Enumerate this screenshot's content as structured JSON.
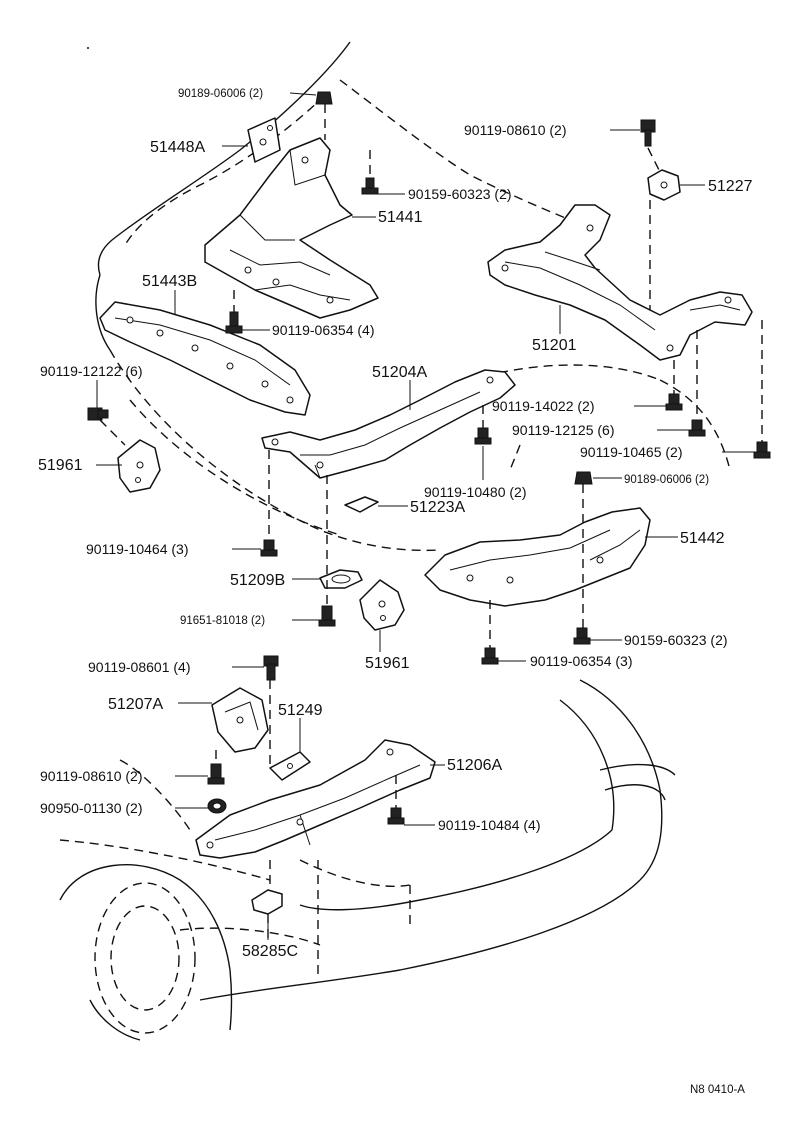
{
  "labels": {
    "p_90189_06006_a": "90189-06006 (2)",
    "p_51448a": "51448A",
    "p_90159_60323_a": "90159-60323 (2)",
    "p_51441": "51441",
    "p_51443b": "51443B",
    "p_90119_06354_a": "90119-06354 (4)",
    "p_90119_12122": "90119-12122 (6)",
    "p_51961_a": "51961",
    "p_90119_08610_a": "90119-08610 (2)",
    "p_51227": "51227",
    "p_51201": "51201",
    "p_51204a": "51204A",
    "p_90119_14022": "90119-14022 (2)",
    "p_90119_12125": "90119-12125 (6)",
    "p_90119_10465": "90119-10465 (2)",
    "p_90189_06006_b": "90189-06006 (2)",
    "p_90119_10480": "90119-10480 (2)",
    "p_51223a": "51223A",
    "p_51442": "51442",
    "p_90119_10464": "90119-10464 (3)",
    "p_51209b": "51209B",
    "p_91651_81018": "91651-81018 (2)",
    "p_51961_b": "51961",
    "p_90159_60323_b": "90159-60323 (2)",
    "p_90119_06354_b": "90119-06354 (3)",
    "p_90119_08601": "90119-08601 (4)",
    "p_51207a": "51207A",
    "p_51249": "51249",
    "p_51206a": "51206A",
    "p_90119_08610_b": "90119-08610 (2)",
    "p_90950_01130": "90950-01130 (2)",
    "p_90119_10484": "90119-10484 (4)",
    "p_58285c": "58285C",
    "diagram_code": "N8 0410-A"
  },
  "icons": {
    "bolt": "bolt-icon",
    "clip": "clip-icon",
    "nut": "nut-icon"
  },
  "colors": {
    "ink": "#111111",
    "paper": "#ffffff"
  }
}
